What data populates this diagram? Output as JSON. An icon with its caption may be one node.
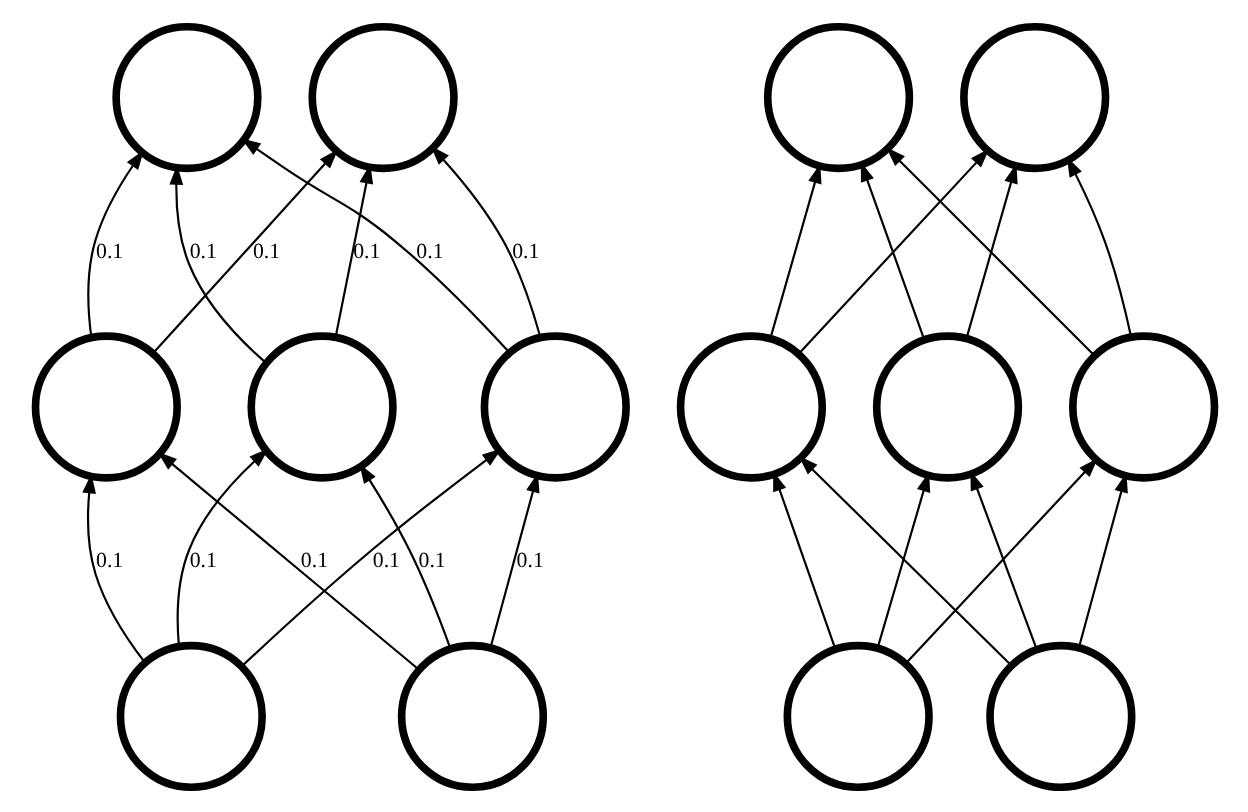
{
  "diagram": {
    "nodes": [
      {
        "text": [],
        "shape": "circle"
      },
      {
        "text": [],
        "shape": "circle"
      },
      {
        "text": [],
        "shape": "circle"
      },
      {
        "text": [],
        "shape": "circle"
      },
      {
        "text": [],
        "shape": "circle"
      },
      {
        "text": [],
        "shape": "circle"
      },
      {
        "text": [],
        "shape": "circle"
      },
      {
        "text": [],
        "shape": "circle"
      },
      {
        "text": [],
        "shape": "circle"
      },
      {
        "text": [],
        "shape": "circle"
      },
      {
        "text": [],
        "shape": "circle"
      },
      {
        "text": [],
        "shape": "circle"
      },
      {
        "text": [],
        "shape": "circle"
      },
      {
        "text": [],
        "shape": "circle"
      }
    ],
    "edges": [
      {
        "from": 2,
        "to": 0,
        "arrow": "to",
        "label": "0.1"
      },
      {
        "from": 2,
        "to": 1,
        "arrow": "to",
        "label": "0.1"
      },
      {
        "from": 3,
        "to": 0,
        "arrow": "to",
        "label": "0.1"
      },
      {
        "from": 3,
        "to": 1,
        "arrow": "to",
        "label": "0.1"
      },
      {
        "from": 4,
        "to": 0,
        "arrow": "to",
        "label": "0.1"
      },
      {
        "from": 4,
        "to": 1,
        "arrow": "to",
        "label": "0.1"
      },
      {
        "from": 5,
        "to": 2,
        "arrow": "to",
        "label": "0.1"
      },
      {
        "from": 5,
        "to": 3,
        "arrow": "to",
        "label": "0.1"
      },
      {
        "from": 5,
        "to": 4,
        "arrow": "to",
        "label": "0.1"
      },
      {
        "from": 6,
        "to": 2,
        "arrow": "to",
        "label": "0.1"
      },
      {
        "from": 6,
        "to": 3,
        "arrow": "to",
        "label": "0.1"
      },
      {
        "from": 6,
        "to": 4,
        "arrow": "to",
        "label": "0.1"
      },
      {
        "from": 9,
        "to": 7,
        "arrow": "to"
      },
      {
        "from": 9,
        "to": 8,
        "arrow": "to"
      },
      {
        "from": 10,
        "to": 7,
        "arrow": "to"
      },
      {
        "from": 10,
        "to": 8,
        "arrow": "to"
      },
      {
        "from": 11,
        "to": 7,
        "arrow": "to"
      },
      {
        "from": 11,
        "to": 8,
        "arrow": "to"
      },
      {
        "from": 12,
        "to": 9,
        "arrow": "to"
      },
      {
        "from": 12,
        "to": 10,
        "arrow": "to"
      },
      {
        "from": 12,
        "to": 11,
        "arrow": "to"
      },
      {
        "from": 13,
        "to": 9,
        "arrow": "to"
      },
      {
        "from": 13,
        "to": 10,
        "arrow": "to"
      },
      {
        "from": 13,
        "to": 11,
        "arrow": "to"
      }
    ]
  }
}
